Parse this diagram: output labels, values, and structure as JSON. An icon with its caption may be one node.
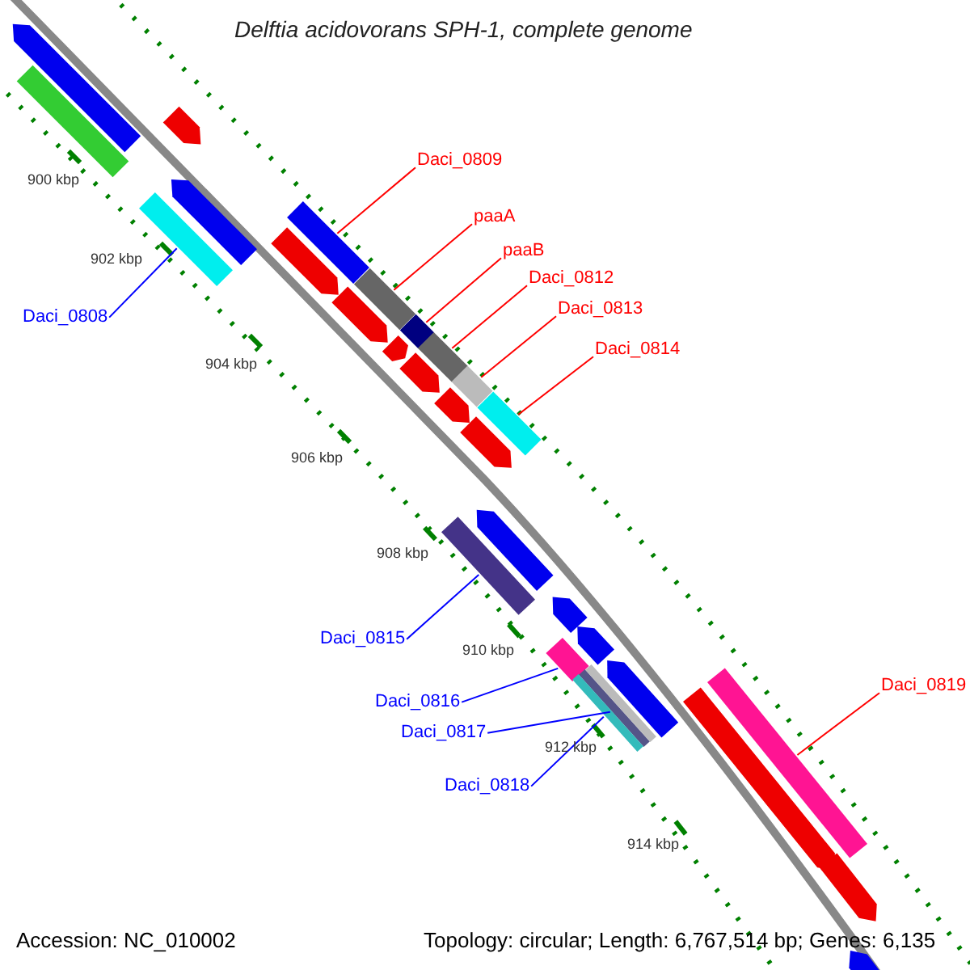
{
  "diagram": {
    "title": "Delftia acidovorans SPH-1, complete genome",
    "nodes": [
      {
        "text": [
          "Daci_0809"
        ]
      },
      {
        "text": [
          "paaA"
        ]
      },
      {
        "text": [
          "paaB"
        ]
      },
      {
        "text": [
          "Daci_0812"
        ]
      },
      {
        "text": [
          "Daci_0813"
        ]
      },
      {
        "text": [
          "Daci_0808"
        ]
      },
      {
        "text": [
          "Daci_0814"
        ]
      },
      {
        "text": [
          "Daci_0815"
        ]
      },
      {
        "text": [
          "Daci_0819"
        ]
      },
      {
        "text": [
          "Daci_0816"
        ]
      },
      {
        "text": [
          "Daci_0817"
        ]
      },
      {
        "text": [
          "Daci_0818"
        ]
      },
      {
        "text": [],
        "shape": "bar"
      },
      {
        "text": [],
        "shape": "bar"
      },
      {
        "text": [],
        "shape": "bar"
      },
      {
        "text": [],
        "shape": "bar"
      },
      {
        "text": [],
        "shape": "bar"
      },
      {
        "text": [],
        "shape": "bar"
      },
      {
        "text": [],
        "shape": "bar"
      },
      {
        "text": [],
        "shape": "bar"
      },
      {
        "text": [],
        "shape": "bar"
      },
      {
        "text": [],
        "shape": "bar"
      },
      {
        "text": [],
        "shape": "bar"
      },
      {
        "text": [],
        "shape": "bar"
      },
      {
        "text": [],
        "shape": "bar"
      },
      {
        "text": [],
        "shape": "arrow"
      },
      {
        "text": [],
        "shape": "arrow"
      },
      {
        "text": [],
        "shape": "arrow"
      },
      {
        "text": [],
        "shape": "arrow"
      },
      {
        "text": [],
        "shape": "arrow"
      },
      {
        "text": [],
        "shape": "arrow"
      },
      {
        "text": [],
        "shape": "arrow"
      },
      {
        "text": [],
        "shape": "arrow"
      },
      {
        "text": [],
        "shape": "arrow"
      },
      {
        "text": [],
        "shape": "arrow"
      },
      {
        "text": [],
        "shape": "arrow"
      },
      {
        "text": [],
        "shape": "arrow"
      },
      {
        "text": [],
        "shape": "bar"
      },
      {
        "text": [],
        "shape": "arrow"
      },
      {
        "text": [],
        "shape": "arrow"
      },
      {
        "text": [],
        "shape": "arrow"
      },
      {
        "text": [],
        "shape": "arrow"
      }
    ],
    "edges": [
      {
        "from": 0,
        "to": 12,
        "arrow": "none"
      },
      {
        "from": 1,
        "to": 13,
        "arrow": "none"
      },
      {
        "from": 2,
        "to": 14,
        "arrow": "none"
      },
      {
        "from": 3,
        "to": 15,
        "arrow": "none"
      },
      {
        "from": 4,
        "to": 16,
        "arrow": "none"
      },
      {
        "from": 5,
        "to": 17,
        "arrow": "none",
        "color": "#0000ff"
      },
      {
        "from": 6,
        "to": 18,
        "arrow": "none"
      },
      {
        "from": 7,
        "to": 19,
        "arrow": "none",
        "color": "#0000ff"
      },
      {
        "from": 8,
        "to": 20,
        "arrow": "none"
      },
      {
        "from": 9,
        "to": 21,
        "arrow": "none",
        "color": "#0000ff"
      },
      {
        "from": 10,
        "to": 22,
        "arrow": "none",
        "color": "#0000ff"
      },
      {
        "from": 11,
        "to": 23,
        "arrow": "none",
        "color": "#0000ff"
      }
    ],
    "labels": [
      "900 kbp",
      "902 kbp",
      "904 kbp",
      "906 kbp",
      "908 kbp",
      "910 kbp",
      "912 kbp",
      "914 kbp",
      "Accession: NC_010002",
      "Topology: circular; Length: 6,767,514 bp; Genes: 6,135"
    ]
  }
}
